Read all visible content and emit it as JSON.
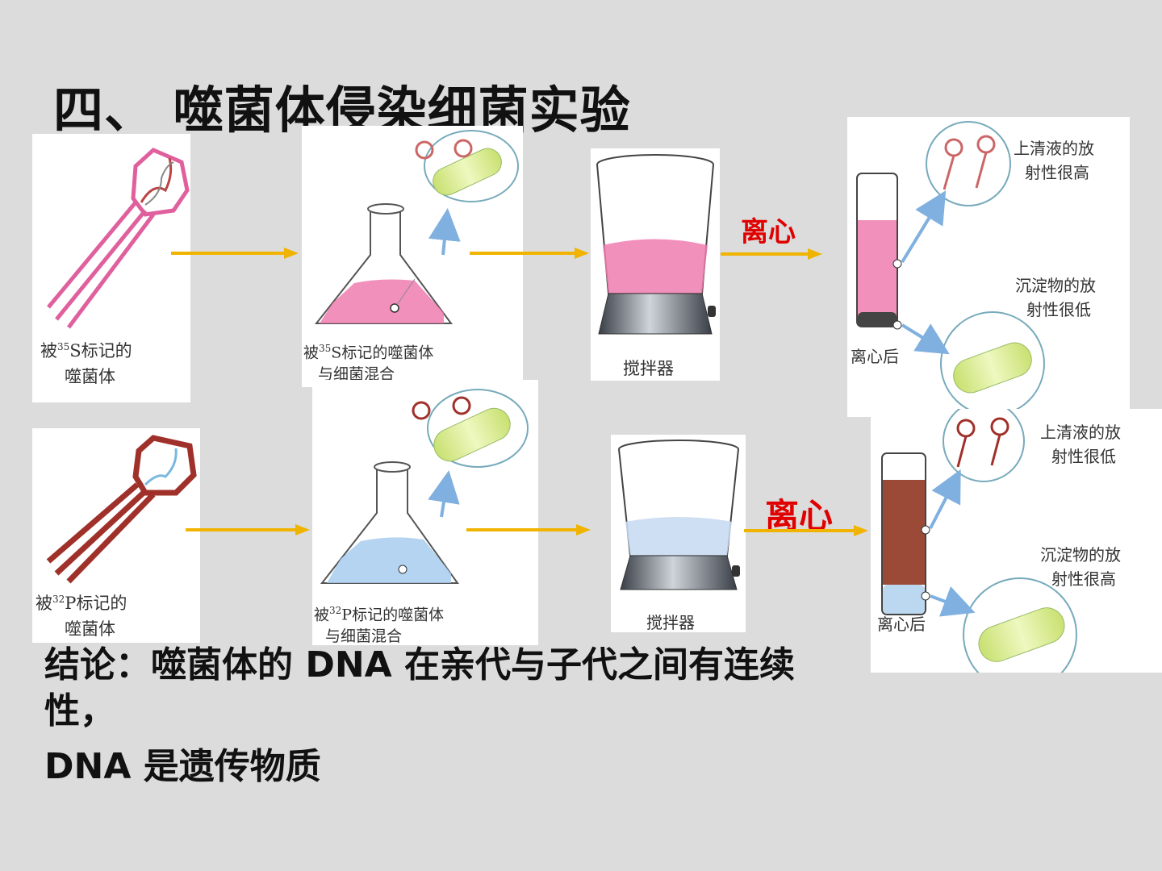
{
  "title": "四、 噬菌体侵染细菌实验",
  "row1": {
    "phage_caption": {
      "pre": "被",
      "sup": "35",
      "post": "S标记的",
      "line2": "噬菌体"
    },
    "flask_caption": {
      "pre": "被",
      "sup": "35",
      "post": "S标记的噬菌体",
      "line2": "与细菌混合"
    },
    "blender_caption": "搅拌器",
    "spin_label": "离心",
    "tube_caption": "离心后",
    "supernatant_caption": [
      "上清液的放",
      "射性很高"
    ],
    "pellet_caption": [
      "沉淀物的放",
      "射性很低"
    ]
  },
  "row2": {
    "phage_caption": {
      "pre": "被",
      "sup": "32",
      "post": "P标记的",
      "line2": "噬菌体"
    },
    "flask_caption": {
      "pre": "被",
      "sup": "32",
      "post": "P标记的噬菌体",
      "line2": "与细菌混合"
    },
    "blender_caption": "搅拌器",
    "spin_label": "离心",
    "tube_caption": "离心后",
    "supernatant_caption": [
      "上清液的放",
      "射性很低"
    ],
    "pellet_caption": [
      "沉淀物的放",
      "射性很高"
    ]
  },
  "conclusion": {
    "line1": "结论：噬菌体的 DNA 在亲代与子代之间有连续",
    "line2": "性，",
    "line3": "DNA 是遗传物质"
  },
  "colors": {
    "s35_label": "#e0609e",
    "p32_label": "#a0302a",
    "arrow": "#f0b400",
    "spin_text": "#e00000",
    "bacteria": "#d4e88a"
  }
}
